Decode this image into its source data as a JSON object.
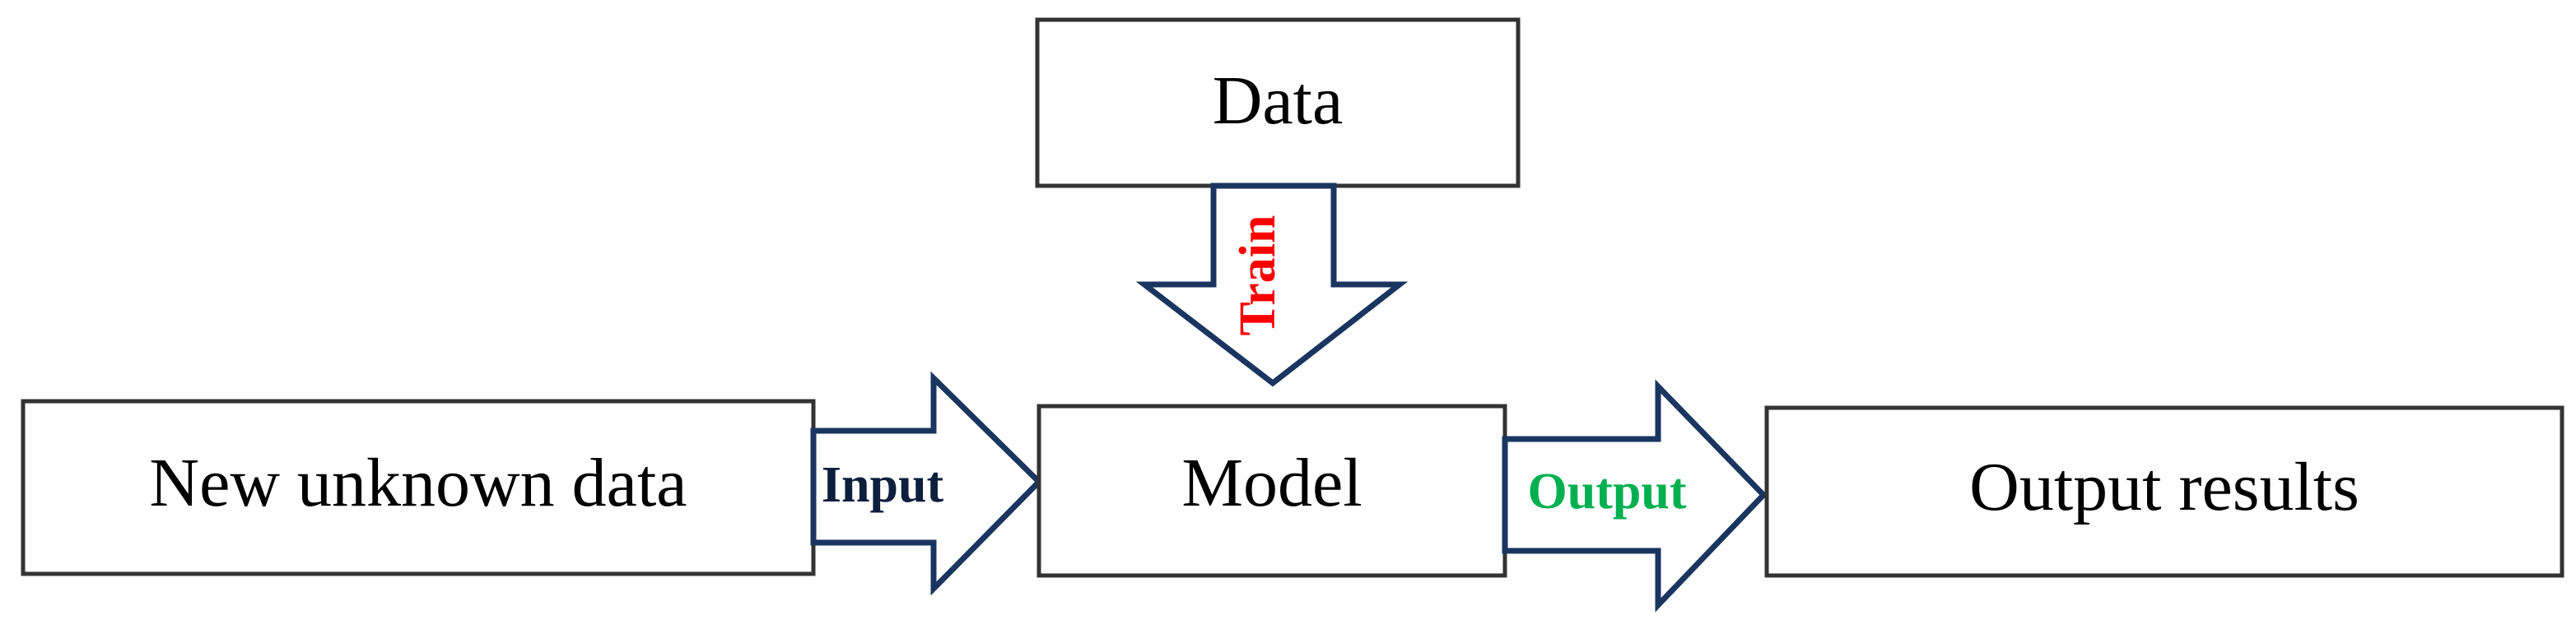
{
  "nodes": {
    "data": "Data",
    "new_data": "New unknown data",
    "model": "Model",
    "output_results": "Output results"
  },
  "arrows": {
    "train": {
      "label": "Train",
      "color": "#ff0000"
    },
    "input": {
      "label": "Input",
      "color": "#0d1f3c"
    },
    "output": {
      "label": "Output",
      "color": "#00b050"
    }
  },
  "colors": {
    "arrow_outline": "#1a3560",
    "box_border": "#333333"
  }
}
